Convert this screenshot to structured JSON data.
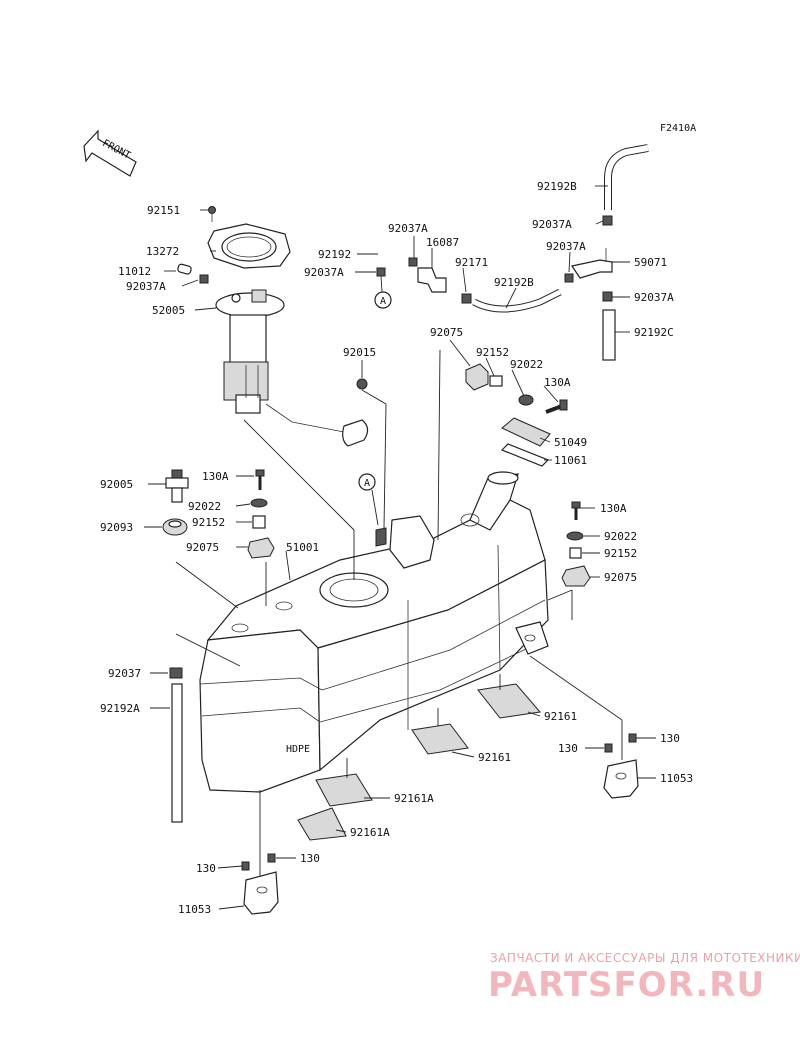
{
  "figure_code": "F2410A",
  "front_label": "FRONT",
  "callouts": {
    "circle_a_1": "A",
    "circle_a_2": "A"
  },
  "parts": {
    "p92151": "92151",
    "p13272": "13272",
    "p11012": "11012",
    "p92037A_1": "92037A",
    "p52005": "52005",
    "p92192": "92192",
    "p92037A_2": "92037A",
    "p92037A_3": "92037A",
    "p16087": "16087",
    "p92171": "92171",
    "p92192B_1": "92192B",
    "p92192B_2": "92192B",
    "p92037A_4": "92037A",
    "p92037A_5": "92037A",
    "p59071": "59071",
    "p92037A_6": "92037A",
    "p92192C": "92192C",
    "p92015": "92015",
    "p92075_1": "92075",
    "p92152_1": "92152",
    "p92022_1": "92022",
    "p130A_1": "130A",
    "p51049": "51049",
    "p11061": "11061",
    "p92005": "92005",
    "p130A_2": "130A",
    "p92022_2": "92022",
    "p92093": "92093",
    "p92152_2": "92152",
    "p92075_2": "92075",
    "p51001": "51001",
    "p130A_3": "130A",
    "p92022_3": "92022",
    "p92152_3": "92152",
    "p92075_3": "92075",
    "p92037": "92037",
    "p92192A": "92192A",
    "p92161_1": "92161",
    "p92161_2": "92161",
    "p92161A_1": "92161A",
    "p92161A_2": "92161A",
    "p130_1": "130",
    "p130_2": "130",
    "p11053_1": "11053",
    "p130_3": "130",
    "p130_4": "130",
    "p11053_2": "11053"
  },
  "tank_stamp": "HDPE",
  "watermark": {
    "top": "ЗАПЧАСТИ И АКСЕССУАРЫ ДЛЯ МОТОТЕХНИКИ",
    "main": "PARTSFOR.RU"
  }
}
